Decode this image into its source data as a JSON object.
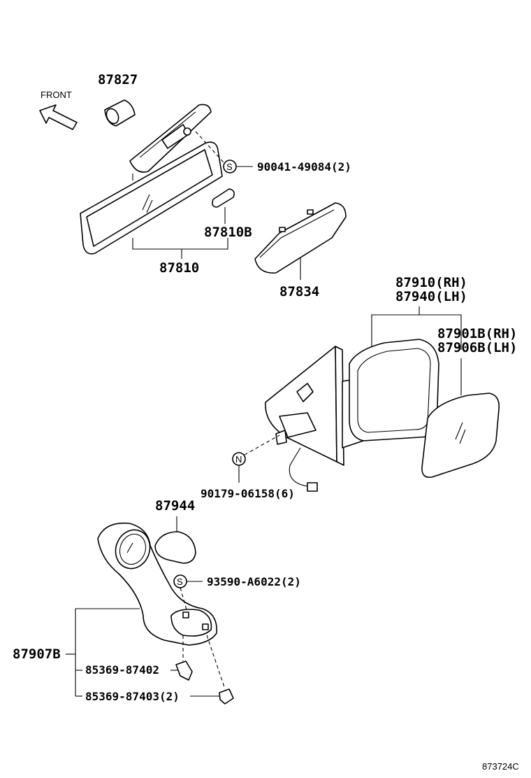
{
  "labels": {
    "front": "FRONT",
    "p87827": "87827",
    "p90041": "90041-49084(2)",
    "p87810B": "87810B",
    "p87810": "87810",
    "p87834": "87834",
    "p87910": "87910(RH)",
    "p87940": "87940(LH)",
    "p87901B": "87901B(RH)",
    "p87906B": "87906B(LH)",
    "p90179": "90179-06158(6)",
    "p87944": "87944",
    "p93590": "93590-A6022(2)",
    "p87907B": "87907B",
    "p85369a": "85369-87402",
    "p85369b": "85369-87403(2)",
    "code": "873724C"
  },
  "symbols": {
    "screw_S": "S",
    "nut_N": "N"
  },
  "icons": [
    "front-arrow-icon",
    "screw-symbol-icon",
    "nut-symbol-icon"
  ]
}
